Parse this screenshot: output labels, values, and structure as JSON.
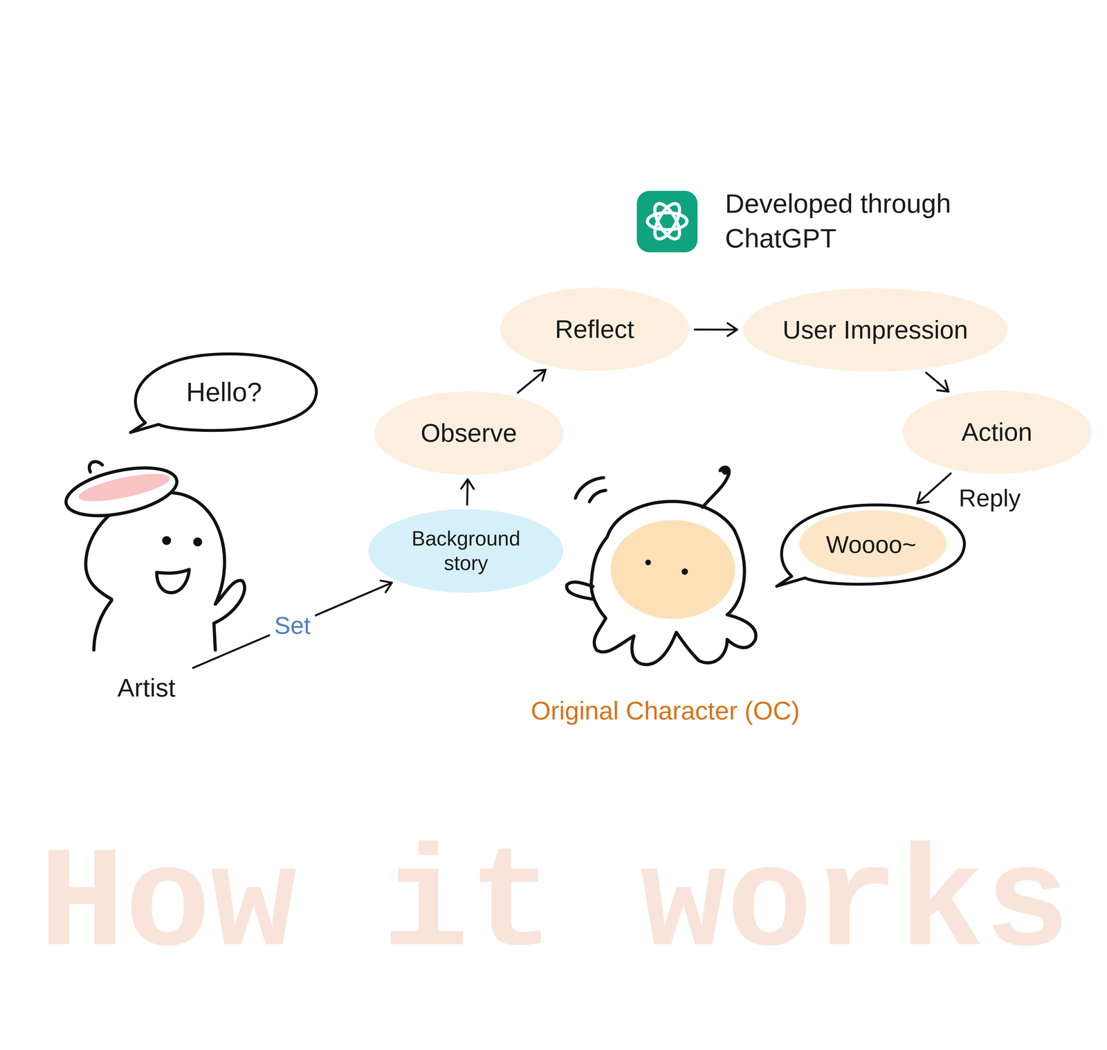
{
  "diagram": {
    "title": "How it works",
    "nodes": [
      {
        "text": [
          "Hello?"
        ]
      },
      {
        "text": [
          "Artist"
        ]
      },
      {
        "text": [
          "Background story"
        ]
      },
      {
        "text": [
          "Observe"
        ]
      },
      {
        "text": [
          "Reflect"
        ]
      },
      {
        "text": [
          "User Impression"
        ]
      },
      {
        "text": [
          "Action"
        ]
      },
      {
        "text": [
          "Woooo~"
        ]
      }
    ],
    "edges": [
      {
        "from": 1,
        "to": 2,
        "arrow": "to",
        "label": "Set"
      },
      {
        "from": 2,
        "to": 3,
        "arrow": "to"
      },
      {
        "from": 3,
        "to": 4,
        "arrow": "to"
      },
      {
        "from": 4,
        "to": 5,
        "arrow": "to"
      },
      {
        "from": 5,
        "to": 6,
        "arrow": "to"
      },
      {
        "from": 6,
        "to": 7,
        "arrow": "to",
        "label": "Reply"
      }
    ],
    "labels": [
      "Developed through ChatGPT",
      "Original Character (OC)"
    ]
  }
}
